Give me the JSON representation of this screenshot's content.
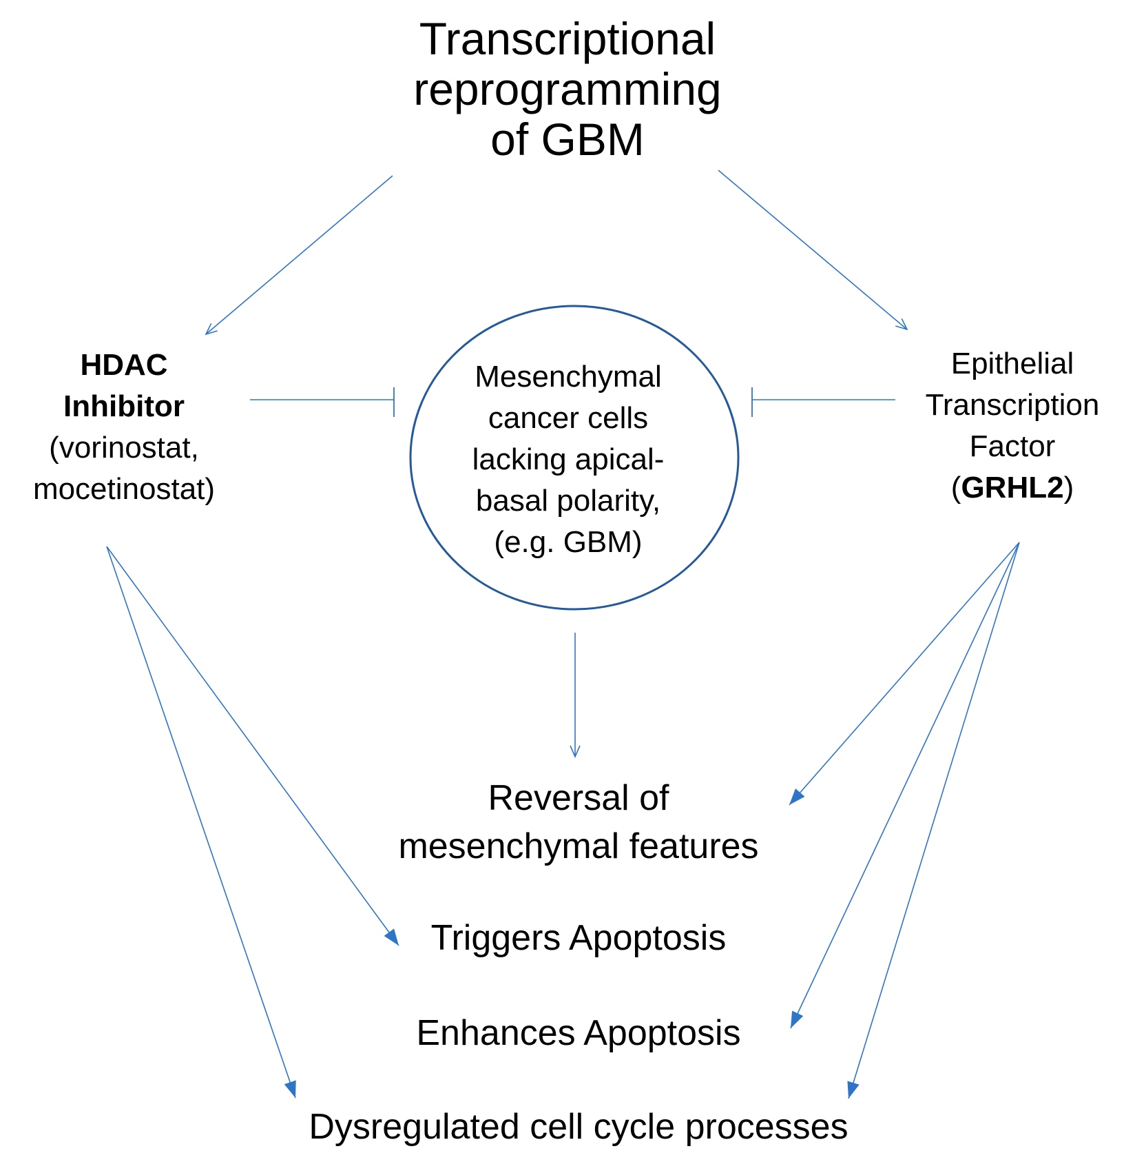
{
  "title": {
    "lines": [
      "Transcriptional",
      "reprogramming",
      "of GBM"
    ]
  },
  "hdac_node": {
    "line1": "HDAC",
    "line2": "Inhibitor",
    "line3": "(vorinostat,",
    "line4": "mocetinostat)"
  },
  "grhl2_node": {
    "line1": "Epithelial",
    "line2": "Transcription",
    "line3": "Factor",
    "line4_open": "(",
    "line4_bold": "GRHL2",
    "line4_close": ")"
  },
  "center_node": {
    "lines": [
      "Mesenchymal",
      "cancer cells",
      "lacking apical-",
      "basal polarity,",
      "(e.g. GBM)"
    ]
  },
  "outcomes": {
    "reversal": [
      "Reversal of",
      "mesenchymal features"
    ],
    "triggers": "Triggers Apoptosis",
    "enhances": "Enhances Apoptosis",
    "dysregulated": "Dysregulated cell cycle processes"
  },
  "colors": {
    "arrow": "#2e75c8",
    "circle": "#24599a",
    "text": "#000000"
  }
}
